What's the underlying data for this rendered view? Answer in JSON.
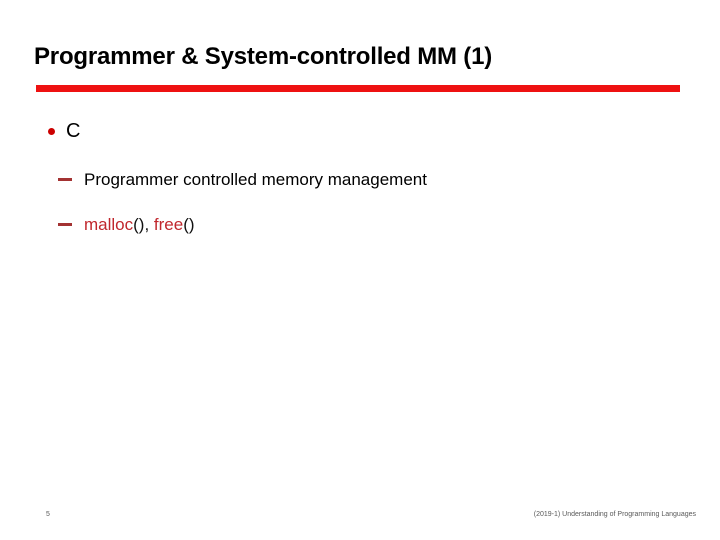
{
  "slide": {
    "title": "Programmer & System-controlled MM (1)",
    "accent_color": "#ee1111",
    "bullet_color": "#cc0000",
    "dash_color": "#a33232",
    "code_color": "#c0272d",
    "bullets": [
      {
        "level": 1,
        "marker": "round-dot",
        "text": "C"
      },
      {
        "level": 2,
        "marker": "em-dash",
        "text": "Programmer controlled memory management"
      },
      {
        "level": 2,
        "marker": "em-dash",
        "code_parts": {
          "fn1": "malloc",
          "sep1": "(), ",
          "fn2": "free",
          "sep2": "()"
        }
      }
    ]
  },
  "footer": {
    "page_number": "5",
    "course": "(2019-1) Understanding of Programming Languages"
  }
}
